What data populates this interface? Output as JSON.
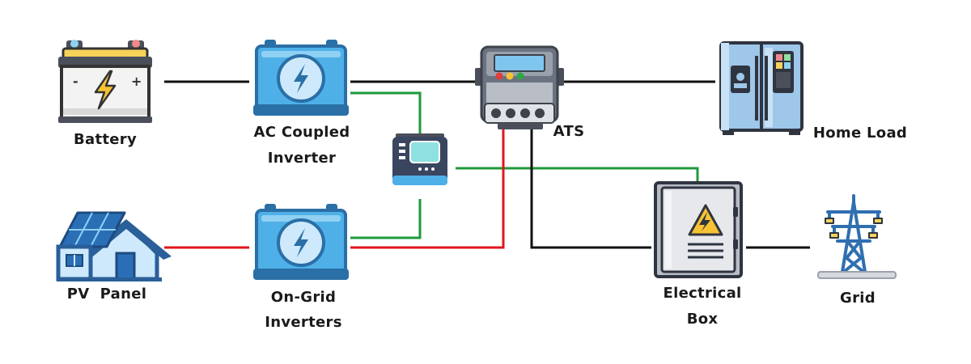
{
  "labels": {
    "battery": "Battery",
    "ac_inverter_l1": "AC Coupled",
    "ac_inverter_l2": "Inverter",
    "ats": "ATS",
    "home_load": "Home Load",
    "pv_panel": "PV  Panel",
    "ongrid_l1": "On-Grid",
    "ongrid_l2": "Inverters",
    "ebox_l1": "Electrical",
    "ebox_l2": "Box",
    "grid": "Grid"
  },
  "icons": {
    "battery": "battery-icon",
    "ac_inverter": "inverter-icon",
    "ongrid_inverter": "inverter-icon",
    "ats": "ats-meter-icon",
    "controller": "monitor-controller-icon",
    "home_load": "refrigerator-icon",
    "pv_panel": "solar-house-icon",
    "electrical_box": "electrical-box-icon",
    "grid": "transmission-tower-icon"
  },
  "colors": {
    "black_wire": "#111111",
    "red_wire": "#e0161c",
    "green_wire": "#1e9a3c",
    "inverter_blue": "#4fb0e8",
    "inverter_dark": "#2a6fa6"
  }
}
